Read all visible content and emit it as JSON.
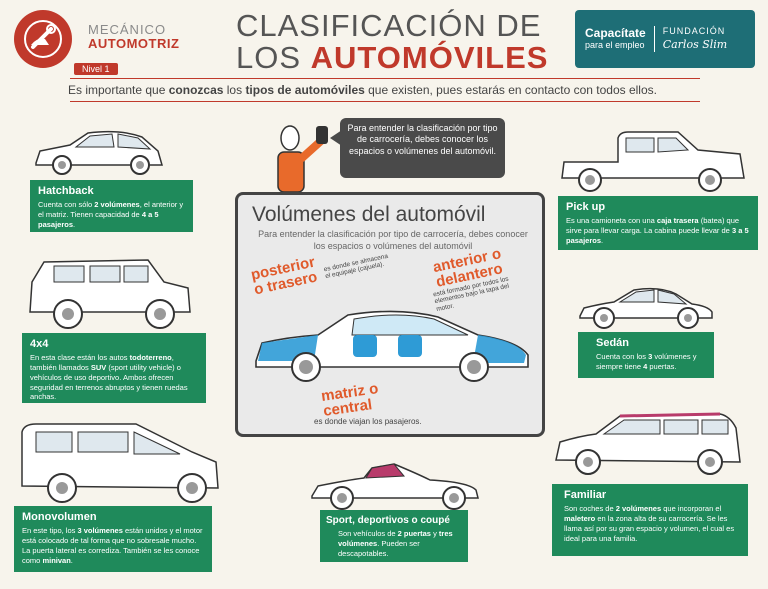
{
  "header": {
    "brand_line1": "MECÁNICO",
    "brand_line2": "AUTOMOTRIZ",
    "level": "Nivel 1",
    "title_line1": "CLASIFICACIÓN DE",
    "title_line2_a": "LOS ",
    "title_line2_b": "AUTOMÓVILES",
    "partner_a": "Capacítate",
    "partner_b": "para el empleo",
    "partner_c": "FUNDACIÓN",
    "partner_d": "Carlos Slim"
  },
  "intro": {
    "p1": "Es importante que ",
    "b1": "conozcas",
    "p2": " los ",
    "b2": "tipos de automóviles",
    "p3": " que existen, pues estarás en contacto con todos ellos."
  },
  "speech": "Para entender la clasificación por tipo de carrocería, debes conocer los espacios o volúmenes del automóvil.",
  "center": {
    "title": "Volúmenes del automóvil",
    "subtitle": "Para entender la clasificación por tipo de carrocería, debes conocer los espacios o volúmenes del automóvil",
    "rear_title_1": "posterior",
    "rear_title_2": "o trasero",
    "rear_desc": "es donde se almacena el equipaje (cajuela).",
    "front_title_1": "anterior o",
    "front_title_2": "delantero",
    "front_desc": "está formado por todos los elementos bajo la tapa del motor.",
    "mid_title_1": "matriz o",
    "mid_title_2": "central",
    "mid_desc": "es donde viajan los pasajeros."
  },
  "cards": {
    "hatchback": {
      "title": "Hatchback",
      "t1": "Cuenta con sólo ",
      "b1": "2 volúmenes",
      "t2": ", el anterior y el matriz. Tienen capacidad de ",
      "b2": "4 a 5 pasajeros",
      "t3": "."
    },
    "fourx4": {
      "title": "4x4",
      "t1": "En esta clase están los autos ",
      "b1": "todoterreno",
      "t2": ", también llamados ",
      "b2": "SUV",
      "t3": " (sport utility vehicle) o vehículos de uso deportivo. Ambos ofrecen seguridad en terrenos abruptos y tienen ruedas anchas."
    },
    "monovolumen": {
      "title": "Monovolumen",
      "t1": "En este tipo, los ",
      "b1": "3 volúmenes",
      "t2": " están unidos y el motor está colocado de tal forma que no sobresale mucho. La puerta lateral es corrediza. También se les conoce como ",
      "b2": "minivan",
      "t3": "."
    },
    "sport": {
      "title": "Sport, deportivos o coupé",
      "t1": "Son vehículos de ",
      "b1": "2 puertas",
      "t2": " y ",
      "b2": "tres volúmenes",
      "t3": ". Pueden ser descapotables."
    },
    "pickup": {
      "title": "Pick up",
      "t1": "Es una camioneta con una ",
      "b1": "caja trasera",
      "t2": " (batea) que sirve para llevar carga. La cabina puede llevar de ",
      "b2": "3 a 5 pasajeros",
      "t3": "."
    },
    "sedan": {
      "title": "Sedán",
      "t1": "Cuenta con los ",
      "b1": "3",
      "t2": " volúmenes y siempre tiene ",
      "b2": "4",
      "t3": " puertas."
    },
    "familiar": {
      "title": "Familiar",
      "t1": "Son coches de ",
      "b1": "2 volúmenes",
      "t2": " que incorporan el ",
      "b2": "maletero",
      "t3": " en la zona alta de su carrocería. Se les llama así por su gran espacio y volumen, el cual es ideal para una familia."
    }
  },
  "colors": {
    "red": "#c0392b",
    "green": "#1f8a5b",
    "teal": "#1e6e76",
    "orange": "#e05a2b",
    "blue": "#2e9bd6"
  }
}
